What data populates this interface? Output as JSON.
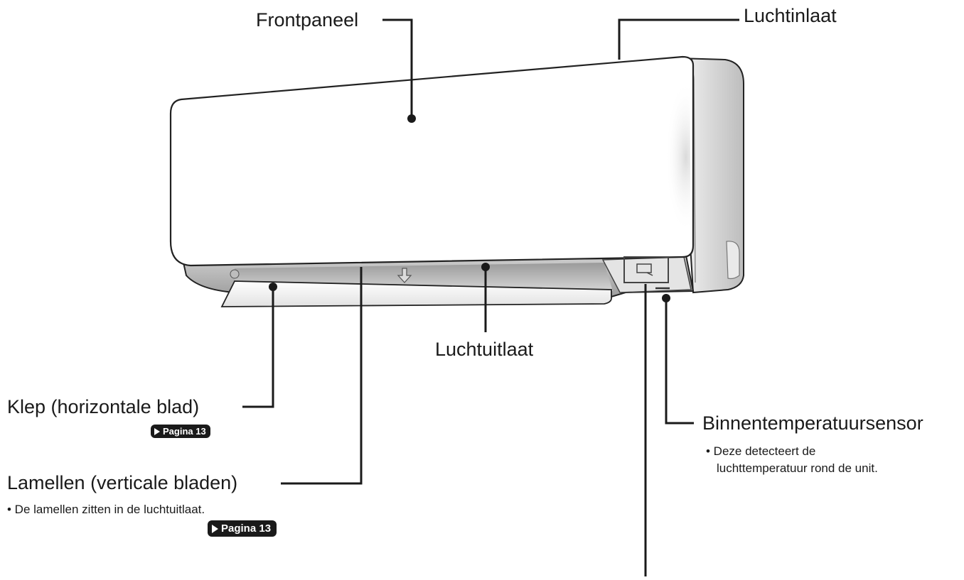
{
  "labels": {
    "frontpaneel": "Frontpaneel",
    "luchtinlaat": "Luchtinlaat",
    "luchtuitlaat": "Luchtuitlaat",
    "klep": "Klep (horizontale blad)",
    "binnentemperatuursensor": "Binnentemperatuursensor",
    "lamellen": "Lamellen (verticale bladen)"
  },
  "notes": {
    "sensor_line1": "• Deze detecteert de",
    "sensor_line2": "luchttemperatuur rond de unit.",
    "lamellen_note": "• De lamellen zitten in de luchtuitlaat."
  },
  "badges": {
    "klep_page": "Pagina 13",
    "lamellen_page": "Pagina 13"
  },
  "colors": {
    "ink": "#1a1a1a",
    "leader": "#1a1a1a",
    "unit_outline": "#222222",
    "shadow": "#c9c9c9"
  }
}
